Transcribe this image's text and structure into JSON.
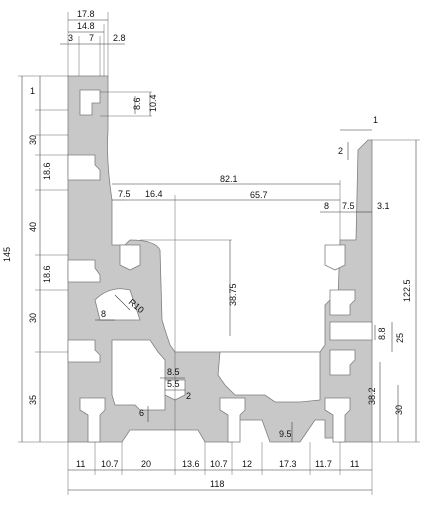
{
  "dimensions": {
    "top": [
      "17.8",
      "14.8",
      "3",
      "7",
      "2.8"
    ],
    "left": [
      "1",
      "145",
      "30",
      "18.6",
      "40",
      "18.6",
      "30",
      "35"
    ],
    "inner": [
      "8.6",
      "10.4",
      "7.5",
      "16.4",
      "82.1",
      "65.7",
      "8",
      "7.5",
      "3.1",
      "38.75",
      "R10",
      "8",
      "8.5",
      "5.5",
      "2",
      "6",
      "9.5"
    ],
    "right": [
      "1",
      "2",
      "122.5",
      "25",
      "8.8",
      "38.2",
      "30"
    ],
    "bottom": [
      "11",
      "10.7",
      "20",
      "13.6",
      "10.7",
      "12",
      "17.3",
      "11.7",
      "11"
    ],
    "total_width": "118"
  }
}
